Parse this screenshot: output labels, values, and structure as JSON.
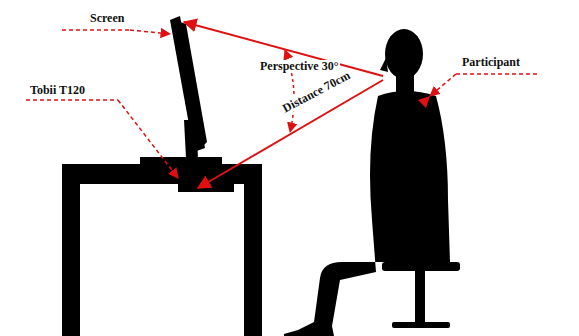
{
  "diagram": {
    "labels": [
      "Screen",
      "Tobii T120",
      "Perspective 30°",
      "Distance 70cm",
      "Participant"
    ]
  }
}
